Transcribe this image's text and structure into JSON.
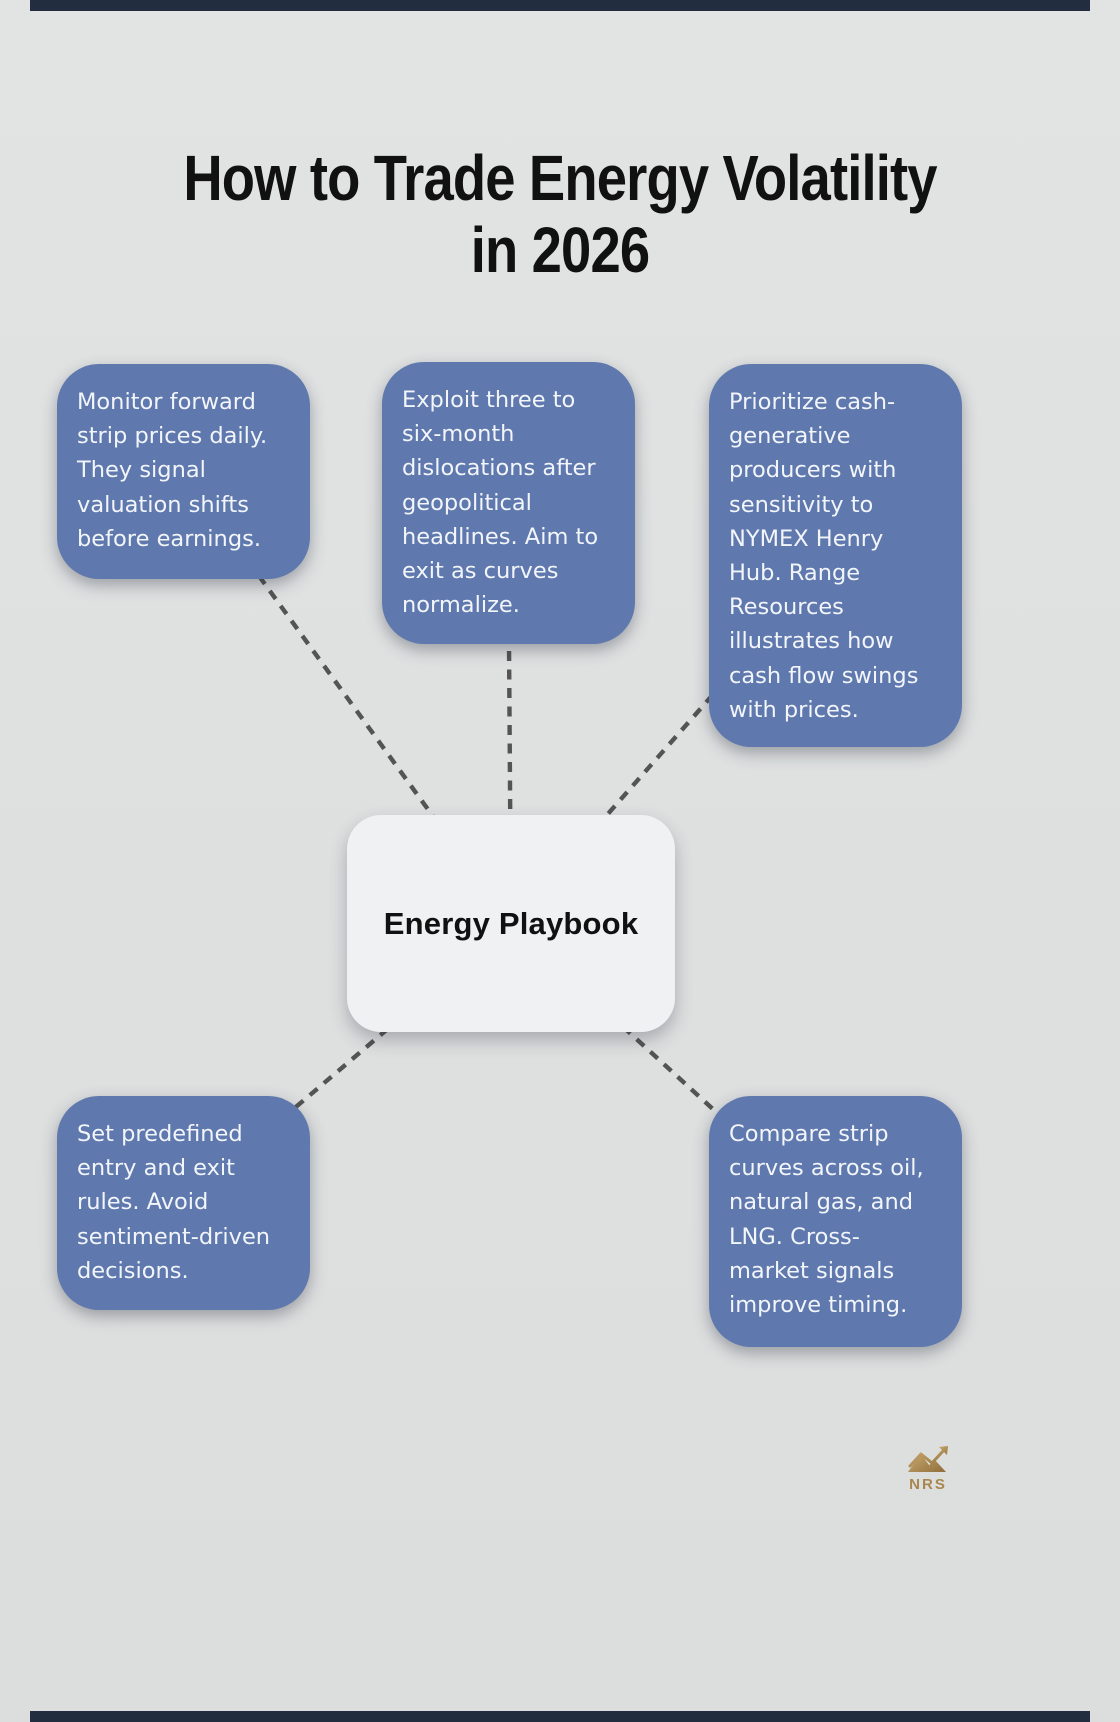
{
  "page": {
    "background_color": "#dfe1e1",
    "accent_bar_color": "#222d40"
  },
  "title": {
    "text": "How to Trade Energy Volatility\nin 2026"
  },
  "diagram": {
    "node_color": "#5f78ad",
    "node_text_color": "#f2f5fa",
    "connector_color": "#545454",
    "center": {
      "label": "Energy Playbook"
    },
    "nodes": [
      {
        "id": "monitor-strip-prices",
        "text": "Monitor forward\nstrip prices daily.\nThey signal\nvaluation shifts\nbefore earnings."
      },
      {
        "id": "exploit-dislocations",
        "text": "Exploit three to\nsix-month\ndislocations after\ngeopolitical\nheadlines. Aim to\nexit as curves\nnormalize."
      },
      {
        "id": "prioritize-producers",
        "text": "Prioritize cash-\ngenerative\nproducers with\nsensitivity to\nNYMEX Henry\nHub. Range\nResources\nillustrates how\ncash flow swings\nwith prices."
      },
      {
        "id": "predefined-rules",
        "text": "Set predefined\nentry and exit\nrules. Avoid\nsentiment-driven\ndecisions."
      },
      {
        "id": "compare-strip-curves",
        "text": "Compare strip\ncurves across oil,\nnatural gas, and\nLNG. Cross-\nmarket signals\nimprove timing."
      }
    ]
  },
  "brand": {
    "text": "NRS",
    "gold_color": "#b2925c"
  }
}
